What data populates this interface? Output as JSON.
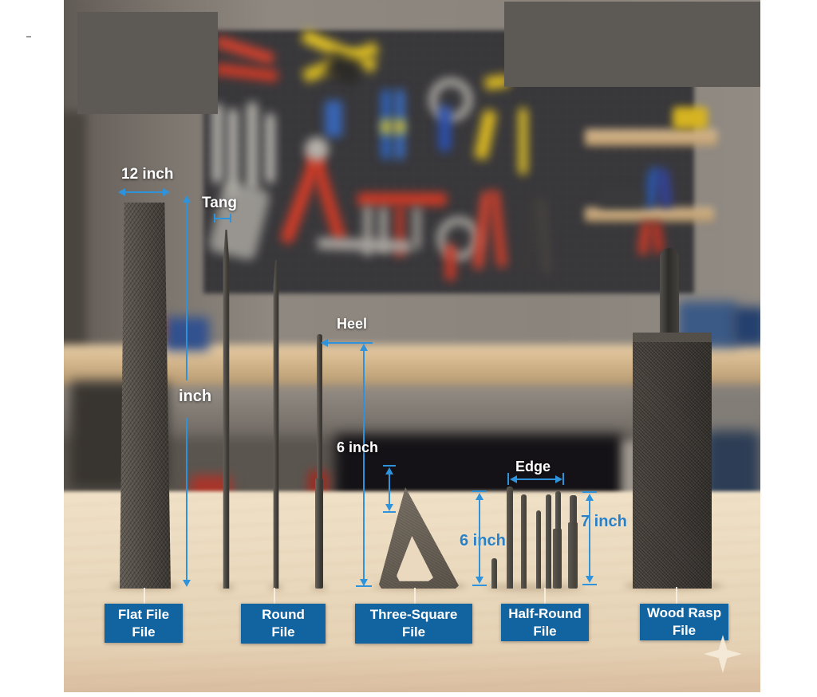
{
  "annotations": {
    "flat_length": "12 inch",
    "tang": "Tang",
    "heel": "Heel",
    "inch": "inch",
    "six_inch_white": "6 inch",
    "edge": "Edge",
    "six_inch_blue": "6 inch",
    "seven_inch": "7 inch"
  },
  "labels": [
    {
      "line1": "Flat File",
      "line2": "File"
    },
    {
      "line1": "Round",
      "line2": "File"
    },
    {
      "line1": "Three-Square",
      "line2": "File"
    },
    {
      "line1": "Half-Round",
      "line2": "File"
    },
    {
      "line1": "Wood Rasp",
      "line2": "File"
    }
  ],
  "colors": {
    "label_box_blue": "#1264a0",
    "dimension_line_blue": "#2e93db",
    "dimension_text_blue": "#2a80c5",
    "censor_gray": "#5d5954",
    "table_wood": "#e9d8bc"
  },
  "icons": {
    "sparkle": "four-point-star"
  }
}
